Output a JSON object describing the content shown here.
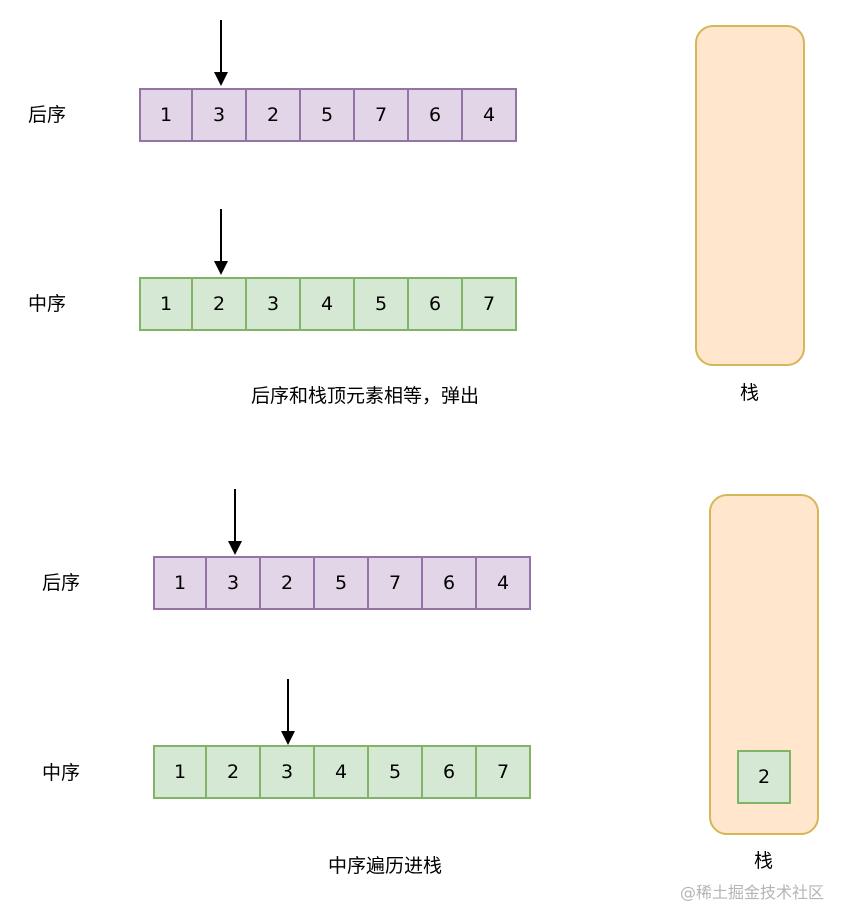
{
  "panels": [
    {
      "postorder_label": "后序",
      "postorder": [
        "1",
        "3",
        "2",
        "5",
        "7",
        "6",
        "4"
      ],
      "inorder_label": "中序",
      "inorder": [
        "1",
        "2",
        "3",
        "4",
        "5",
        "6",
        "7"
      ],
      "postorder_pointer_index": 1,
      "inorder_pointer_index": 1,
      "caption": "后序和栈顶元素相等，弹出",
      "stack_label": "栈",
      "stack_items": []
    },
    {
      "postorder_label": "后序",
      "postorder": [
        "1",
        "3",
        "2",
        "5",
        "7",
        "6",
        "4"
      ],
      "inorder_label": "中序",
      "inorder": [
        "1",
        "2",
        "3",
        "4",
        "5",
        "6",
        "7"
      ],
      "postorder_pointer_index": 1,
      "inorder_pointer_index": 2,
      "caption": "中序遍历进栈",
      "stack_label": "栈",
      "stack_items": [
        "2"
      ]
    }
  ],
  "watermark": "@稀土掘金技术社区",
  "colors": {
    "postorder_fill": "#e1d5e7",
    "postorder_border": "#9673a6",
    "inorder_fill": "#d5e8d4",
    "inorder_border": "#82b366",
    "stack_fill": "#ffe6cc",
    "stack_border": "#d6b656"
  }
}
